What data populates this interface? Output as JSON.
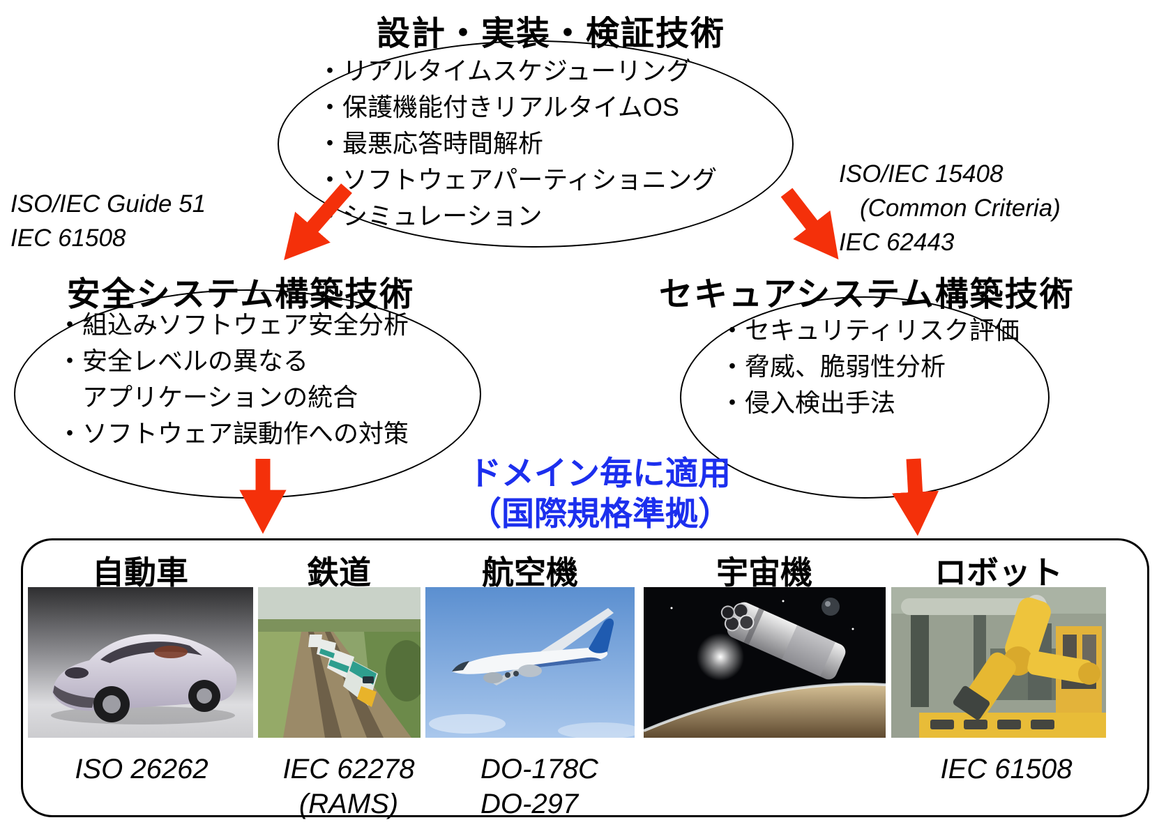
{
  "top": {
    "title": "設計・実装・検証技術",
    "bullets": [
      "・リアルタイムスケジューリング",
      "・保護機能付きリアルタイムOS",
      "・最悪応答時間解析",
      "・ソフトウェアパーティショニング",
      "・シミュレーション"
    ]
  },
  "left_branch": {
    "standards": [
      "ISO/IEC Guide 51",
      "IEC 61508"
    ],
    "title": "安全システム構築技術",
    "bullets": [
      "・組込みソフトウェア安全分析",
      "・安全レベルの異なる",
      "アプリケーションの統合",
      "・ソフトウェア誤動作への対策"
    ]
  },
  "right_branch": {
    "standards": [
      "ISO/IEC 15408",
      "(Common Criteria)",
      "IEC 62443"
    ],
    "title": "セキュアシステム構築技術",
    "bullets": [
      "・セキュリティリスク評価",
      "・脅威、脆弱性分析",
      "・侵入検出手法"
    ]
  },
  "center_note": {
    "line1": "ドメイン毎に適用",
    "line2": "（国際規格準拠）"
  },
  "domains": {
    "items": [
      {
        "label": "自動車",
        "photo": "concept-car-photo",
        "standards": [
          "ISO 26262"
        ]
      },
      {
        "label": "鉄道",
        "photo": "train-photo",
        "standards": [
          "IEC 62278",
          "(RAMS)"
        ]
      },
      {
        "label": "航空機",
        "photo": "airliner-photo",
        "standards": [
          "DO-178C",
          "DO-297"
        ]
      },
      {
        "label": "宇宙機",
        "photo": "spacecraft-photo",
        "standards": []
      },
      {
        "label": "ロボット",
        "photo": "industrial-robot-photo",
        "standards": [
          "IEC 61508"
        ]
      }
    ]
  },
  "colors": {
    "arrow_red": "#f4300a",
    "note_blue": "#1c2fee",
    "outline_black": "#000000"
  }
}
